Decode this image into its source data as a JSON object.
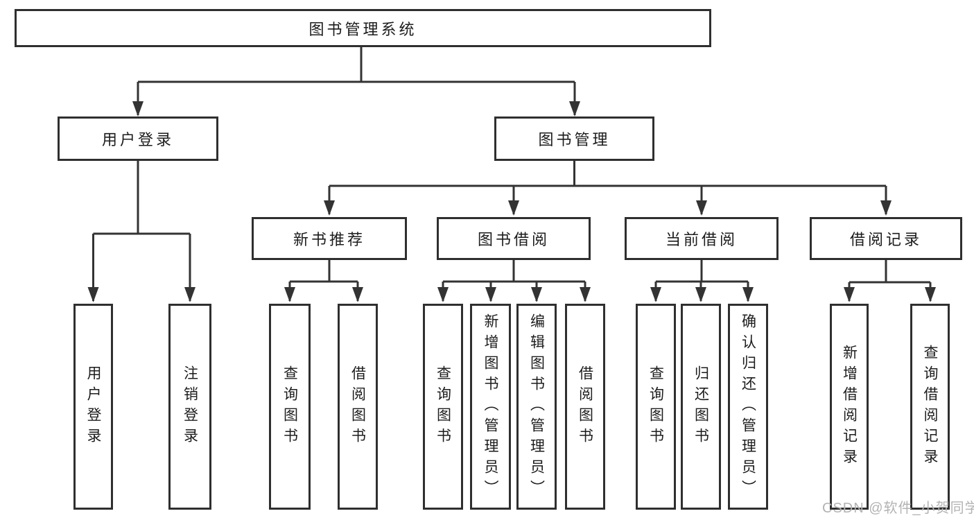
{
  "diagram": {
    "nodes": {
      "root": "图书管理系统",
      "user_login": "用户登录",
      "book_mgmt": "图书管理",
      "new_book_rec": "新书推荐",
      "book_borrow": "图书借阅",
      "current_borrow": "当前借阅",
      "borrow_records": "借阅记录",
      "ul_user_login": "用户登录",
      "ul_logout": "注销登录",
      "nbr_query_books": "查询图书",
      "nbr_borrow_books": "借阅图书",
      "bb_query_books": "查询图书",
      "bb_add_books": "新增图书（管理员）",
      "bb_edit_books": "编辑图书（管理员）",
      "bb_borrow_books": "借阅图书",
      "cb_query_books": "查询图书",
      "cb_return_books": "归还图书",
      "cb_confirm_return": "确认归还（管理员）",
      "br_add_record": "新增借阅记录",
      "br_query_record": "查询借阅记录"
    },
    "watermark": "CSDN @软件_小贺同学",
    "colors": {
      "line": "#333333",
      "box_border": "#2f2f2f",
      "text": "#1c1c1c",
      "background": "#ffffff",
      "watermark": "#b3b3b3"
    }
  }
}
